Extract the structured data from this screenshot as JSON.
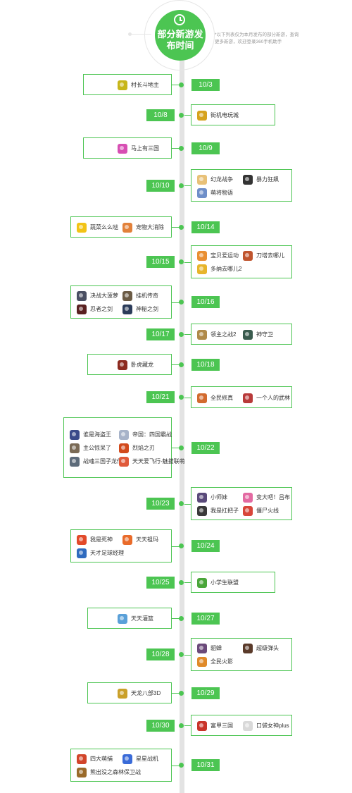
{
  "header": {
    "title": "部分新游发布时间",
    "note": "*以下列表仅为本月发布的部分新游，查询更多新游，欢迎登录360手机助手"
  },
  "colors": {
    "accent": "#4cc552",
    "axis": "#e3e3e3"
  },
  "timeline": [
    {
      "date": "10/3",
      "games": [
        {
          "name": "村长斗地主",
          "icon_color": "#c7b61a"
        }
      ]
    },
    {
      "date": "10/8",
      "games": [
        {
          "name": "街机电玩城",
          "icon_color": "#d6a21e"
        }
      ]
    },
    {
      "date": "10/9",
      "games": [
        {
          "name": "马上有三国",
          "icon_color": "#d74fb3"
        }
      ]
    },
    {
      "date": "10/10",
      "games": [
        {
          "name": "幻龙战争",
          "icon_color": "#e8c178"
        },
        {
          "name": "暴力狂飙",
          "icon_color": "#333333"
        },
        {
          "name": "萌将物语",
          "icon_color": "#6f8fc9"
        }
      ]
    },
    {
      "date": "10/14",
      "games": [
        {
          "name": "蔬菜么么哒",
          "icon_color": "#f2c316"
        },
        {
          "name": "宠物大消除",
          "icon_color": "#e2813a"
        }
      ]
    },
    {
      "date": "10/15",
      "games": [
        {
          "name": "宝贝爱运动",
          "icon_color": "#e98f33"
        },
        {
          "name": "刀塔去哪儿",
          "icon_color": "#c0552f"
        },
        {
          "name": "多纳去哪儿2",
          "icon_color": "#e7b52b"
        }
      ]
    },
    {
      "date": "10/16",
      "games": [
        {
          "name": "决战大菠萝",
          "icon_color": "#4a4f63"
        },
        {
          "name": "挂机传奇",
          "icon_color": "#6b5b45"
        },
        {
          "name": "忍者之剑",
          "icon_color": "#5a2121"
        },
        {
          "name": "神秘之剑",
          "icon_color": "#2b3c5a"
        }
      ]
    },
    {
      "date": "10/17",
      "games": [
        {
          "name": "领主之战2",
          "icon_color": "#b08a4a"
        },
        {
          "name": "神守卫",
          "icon_color": "#3a5b4e"
        }
      ]
    },
    {
      "date": "10/18",
      "games": [
        {
          "name": "卧虎藏龙",
          "icon_color": "#8c2a1f"
        }
      ]
    },
    {
      "date": "10/21",
      "games": [
        {
          "name": "全民修真",
          "icon_color": "#d26b2f"
        },
        {
          "name": "一个人的武林",
          "icon_color": "#b83a3a"
        }
      ]
    },
    {
      "date": "10/22",
      "games": [
        {
          "name": "谁是海盗王",
          "icon_color": "#3b4a8a"
        },
        {
          "name": "帝国：四国霸战",
          "icon_color": "#a7b3c9"
        },
        {
          "name": "主公惊呆了",
          "icon_color": "#7a6a55"
        },
        {
          "name": "烈焰之刃",
          "icon_color": "#d24a1c"
        },
        {
          "name": "战魂三国子龙传奇",
          "icon_color": "#5d6b7a"
        },
        {
          "name": "天天爱飞行-魅拔联萌",
          "icon_color": "#e05a3a"
        }
      ]
    },
    {
      "date": "10/23",
      "games": [
        {
          "name": "小师妹",
          "icon_color": "#5a4a7a"
        },
        {
          "name": "变大吧！吕布",
          "icon_color": "#e36aa2"
        },
        {
          "name": "我是扛把子",
          "icon_color": "#3a3a3a"
        },
        {
          "name": "僵尸火线",
          "icon_color": "#d8463a"
        }
      ]
    },
    {
      "date": "10/24",
      "games": [
        {
          "name": "我是死神",
          "icon_color": "#e24a2a"
        },
        {
          "name": "天天祖玛",
          "icon_color": "#e96b2a"
        },
        {
          "name": "天才足球经理",
          "icon_color": "#2f6bbf"
        }
      ]
    },
    {
      "date": "10/25",
      "games": [
        {
          "name": "小学生联盟",
          "icon_color": "#4aa63a"
        }
      ]
    },
    {
      "date": "10/27",
      "games": [
        {
          "name": "天天灌篮",
          "icon_color": "#5aa0d8"
        }
      ]
    },
    {
      "date": "10/28",
      "games": [
        {
          "name": "貂蝉",
          "icon_color": "#6b4a7a"
        },
        {
          "name": "超级弹头",
          "icon_color": "#5a3a2a"
        },
        {
          "name": "全民火影",
          "icon_color": "#e08a2a"
        }
      ]
    },
    {
      "date": "10/29",
      "games": [
        {
          "name": "天龙八部3D",
          "icon_color": "#caa02a"
        }
      ]
    },
    {
      "date": "10/30",
      "games": [
        {
          "name": "富甲三国",
          "icon_color": "#c9342a"
        },
        {
          "name": "口袋女神plus",
          "icon_color": "#d9d9d9"
        }
      ]
    },
    {
      "date": "10/31",
      "games": [
        {
          "name": "四大萌捕",
          "icon_color": "#d2452a"
        },
        {
          "name": "星星战机",
          "icon_color": "#3a6bd8"
        },
        {
          "name": "熊出没之森林保卫战",
          "icon_color": "#9a6a2a"
        }
      ]
    }
  ]
}
